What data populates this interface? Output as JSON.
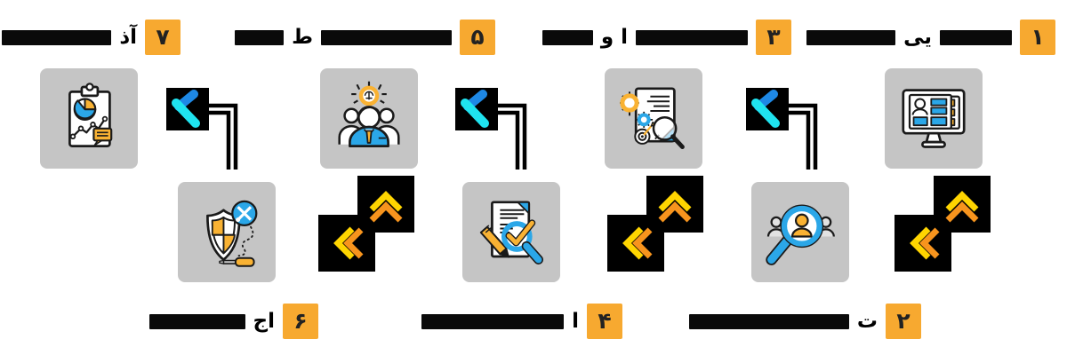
{
  "diagram": {
    "direction": "rtl",
    "language": "fa",
    "colors": {
      "badge_orange": "#F7A930",
      "box_gray": "#C5C5C5",
      "bar_black": "#0a0a0a",
      "icon_blue": "#2BA7E8",
      "icon_orange": "#F9B233",
      "chevron_blue": "#1E88E5",
      "chevron_cyan": "#1FE4F0",
      "gold_yellow": "#FFD500",
      "gold_orange": "#F7941D"
    },
    "steps": [
      {
        "id": 1,
        "number": "۱",
        "icon": "monitor-user-card-icon",
        "row": "top",
        "label_segments": [
          {
            "type": "bar",
            "width": 81
          },
          {
            "type": "text",
            "value": "یی"
          },
          {
            "type": "bar",
            "width": 100
          }
        ]
      },
      {
        "id": 2,
        "number": "۲",
        "icon": "people-search-icon",
        "row": "bottom",
        "label_segments": [
          {
            "type": "text",
            "value": "ت"
          },
          {
            "type": "bar",
            "width": 180
          }
        ]
      },
      {
        "id": 3,
        "number": "۳",
        "icon": "document-analysis-icon",
        "row": "top",
        "label_segments": [
          {
            "type": "bar",
            "width": 126
          },
          {
            "type": "text",
            "value": "ا و"
          },
          {
            "type": "bar",
            "width": 57
          }
        ]
      },
      {
        "id": 4,
        "number": "۴",
        "icon": "document-review-check-icon",
        "row": "bottom",
        "label_segments": [
          {
            "type": "text",
            "value": "ا"
          },
          {
            "type": "bar",
            "width": 160
          }
        ]
      },
      {
        "id": 5,
        "number": "۵",
        "icon": "team-idea-icon",
        "row": "top",
        "label_segments": [
          {
            "type": "bar",
            "width": 147
          },
          {
            "type": "text",
            "value": "ط"
          },
          {
            "type": "bar",
            "width": 55
          }
        ]
      },
      {
        "id": 6,
        "number": "۶",
        "icon": "shield-maintenance-icon",
        "row": "bottom",
        "label_segments": [
          {
            "type": "text",
            "value": "اج"
          },
          {
            "type": "bar",
            "width": 108
          }
        ]
      },
      {
        "id": 7,
        "number": "۷",
        "icon": "report-clipboard-icon",
        "row": "top",
        "label_segments": [
          {
            "type": "text",
            "value": "آذ"
          },
          {
            "type": "bar",
            "width": 123
          }
        ]
      }
    ],
    "connectors": [
      {
        "name": "cyan-left-chevron-elbow",
        "count": 3
      },
      {
        "name": "gold-up-left-double-chevron",
        "count": 3
      }
    ]
  }
}
